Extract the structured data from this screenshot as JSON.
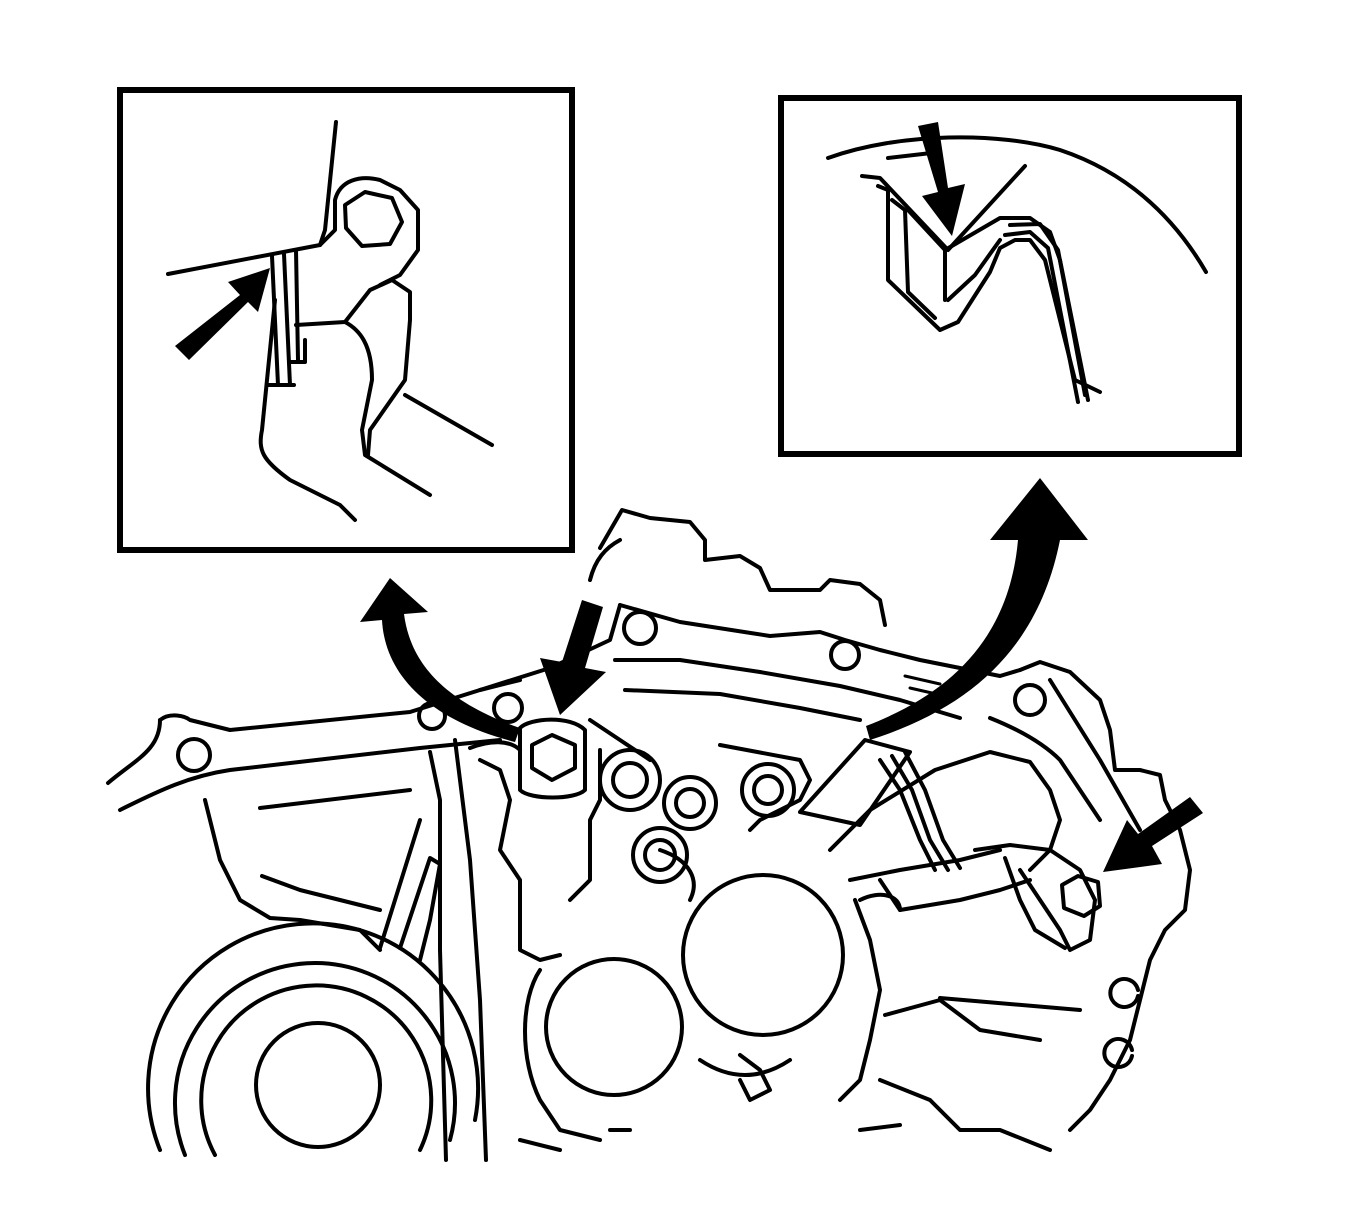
{
  "figure": {
    "labels": []
  },
  "callouts": [
    {
      "name": "detail-view-left",
      "icon": "bolt-and-bracket-detail"
    },
    {
      "name": "detail-view-right",
      "icon": "clip-and-harness-detail"
    }
  ],
  "colors": {
    "ink": "#000000",
    "paper": "#ffffff"
  }
}
